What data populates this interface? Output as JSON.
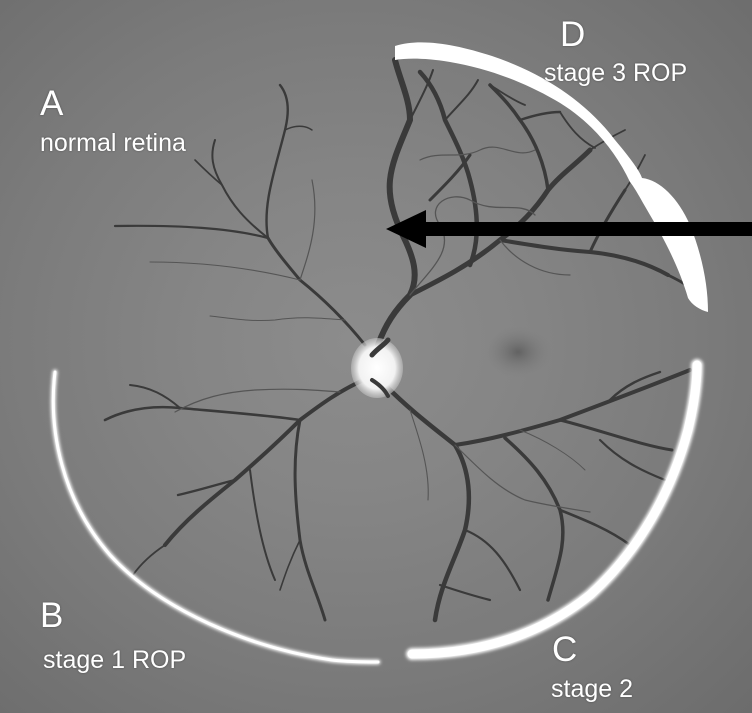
{
  "labels": {
    "a": {
      "letter": "A",
      "text": "normal retina"
    },
    "b": {
      "letter": "B",
      "text": "stage 1 ROP"
    },
    "c": {
      "letter": "C",
      "text": "stage 2"
    },
    "d": {
      "letter": "D",
      "text": "stage 3 ROP"
    }
  },
  "colors": {
    "background": "#7a7a7a",
    "vessel": "#3a3a3a",
    "thin_vessel": "#5c5c5c",
    "ridge": "#ffffff",
    "arrow": "#000000",
    "optic_disc": "#ffffff"
  },
  "icons": {
    "arrow": "arrow-left-icon"
  }
}
